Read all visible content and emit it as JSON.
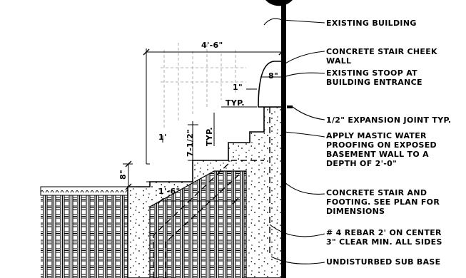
{
  "notes": {
    "existing_building": "EXISTING BUILDING",
    "concrete_stair_cheek": [
      "CONCRETE STAIR CHEEK",
      "WALL"
    ],
    "existing_stoop": [
      "EXISTING STOOP AT",
      "BUILDING ENTRANCE"
    ],
    "expansion_joint": "1/2\" EXPANSION JOINT TYP.",
    "waterproofing": [
      "APPLY MASTIC WATER",
      "PROOFING ON EXPOSED",
      "BASEMENT WALL TO A",
      "DEPTH OF 2'-0\""
    ],
    "concrete_footing": [
      "CONCRETE STAIR AND",
      "FOOTING. SEE PLAN FOR",
      "DIMENSIONS"
    ],
    "rebar": [
      "# 4 REBAR 2' ON CENTER",
      "3\" CLEAR MIN. ALL SIDES"
    ],
    "sub_base": "UNDISTURBED SUB BASE"
  },
  "dimensions": {
    "overall_width": "4'-6\"",
    "tread": "1'-6\"",
    "rise": "7-1/2\"",
    "typ": "TYP.",
    "typ_vertical": "TYP.",
    "one_inch": "1\"",
    "eight_in_top": "8\"",
    "eight_in_side": "8\"",
    "one_ft": "1'"
  },
  "colors": {
    "ink": "#000000",
    "paper": "#ffffff",
    "gray": "#9a9a9a"
  }
}
